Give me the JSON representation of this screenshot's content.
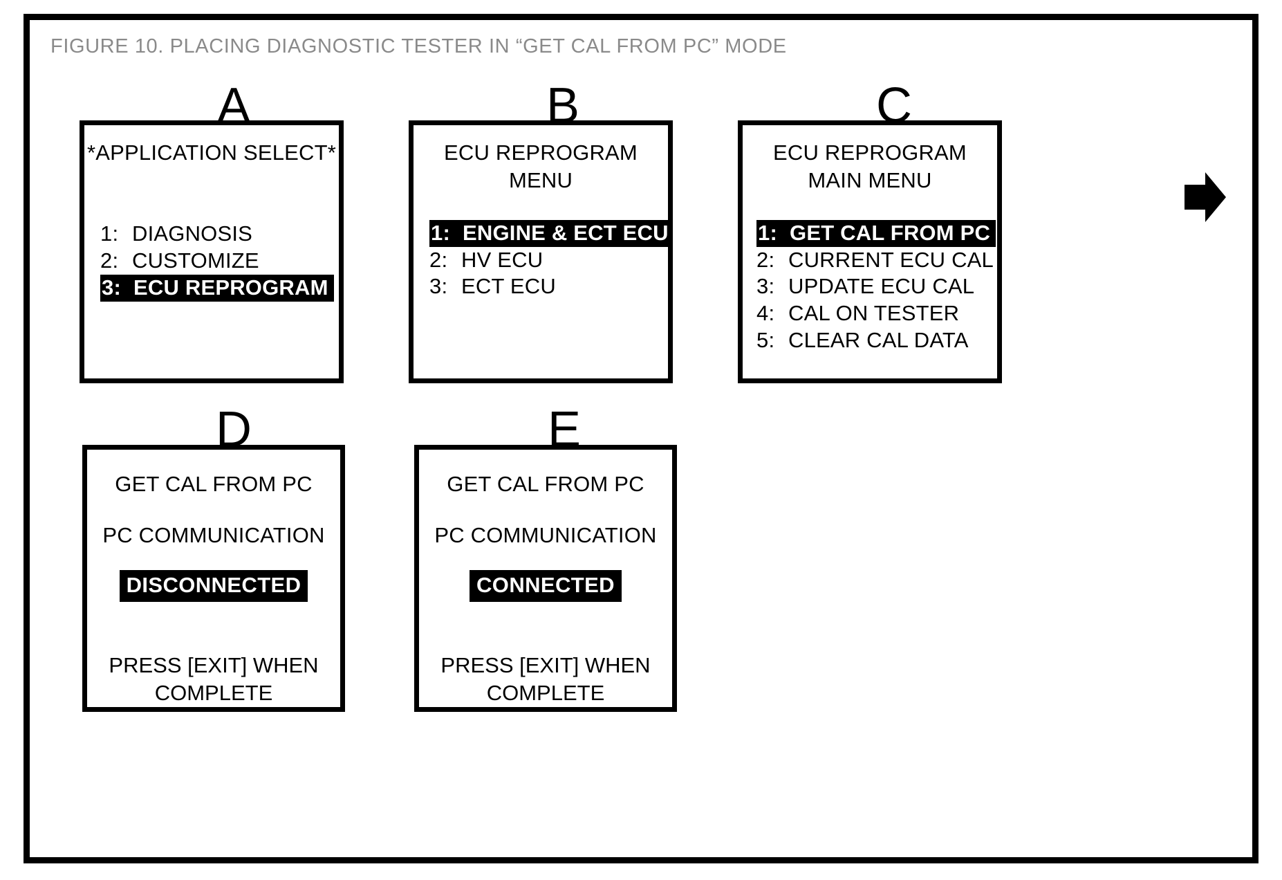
{
  "figure": {
    "caption": "FIGURE 10.  PLACING DIAGNOSTIC TESTER IN “GET CAL FROM PC” MODE",
    "caption_color": "#8a8a8a",
    "frame_color": "#000000",
    "background": "#ffffff",
    "highlight_bg": "#000000",
    "highlight_fg": "#ffffff"
  },
  "labels": {
    "a": "A",
    "b": "B",
    "c": "C",
    "d": "D",
    "e": "E"
  },
  "panels": {
    "a": {
      "title": "*APPLICATION SELECT*",
      "items": [
        {
          "index": "1:",
          "label": "DIAGNOSIS",
          "selected": false
        },
        {
          "index": "2:",
          "label": "CUSTOMIZE",
          "selected": false
        },
        {
          "index": "3:",
          "label": "ECU REPROGRAM",
          "selected": true
        }
      ]
    },
    "b": {
      "title": "ECU REPROGRAM\nMENU",
      "items": [
        {
          "index": "1:",
          "label": "ENGINE & ECT ECU",
          "selected": true
        },
        {
          "index": "2:",
          "label": "HV ECU",
          "selected": false
        },
        {
          "index": "3:",
          "label": "ECT ECU",
          "selected": false
        }
      ]
    },
    "c": {
      "title": "ECU REPROGRAM\nMAIN MENU",
      "items": [
        {
          "index": "1:",
          "label": "GET CAL FROM PC",
          "selected": true
        },
        {
          "index": "2:",
          "label": "CURRENT ECU CAL",
          "selected": false
        },
        {
          "index": "3:",
          "label": "UPDATE ECU CAL",
          "selected": false
        },
        {
          "index": "4:",
          "label": "CAL ON TESTER",
          "selected": false
        },
        {
          "index": "5:",
          "label": "CLEAR CAL DATA",
          "selected": false
        }
      ]
    },
    "d": {
      "title": "GET CAL FROM PC",
      "subtitle": "PC COMMUNICATION",
      "status": "DISCONNECTED",
      "footer": "PRESS [EXIT] WHEN\nCOMPLETE"
    },
    "e": {
      "title": "GET CAL FROM PC",
      "subtitle": "PC COMMUNICATION",
      "status": "CONNECTED",
      "footer": "PRESS [EXIT] WHEN\nCOMPLETE"
    }
  },
  "arrows": {
    "a_to_b": "right-arrow-icon",
    "b_to_c": "right-arrow-icon",
    "c_to_d": "right-arrow-icon",
    "d_to_e": "right-arrow-icon"
  }
}
